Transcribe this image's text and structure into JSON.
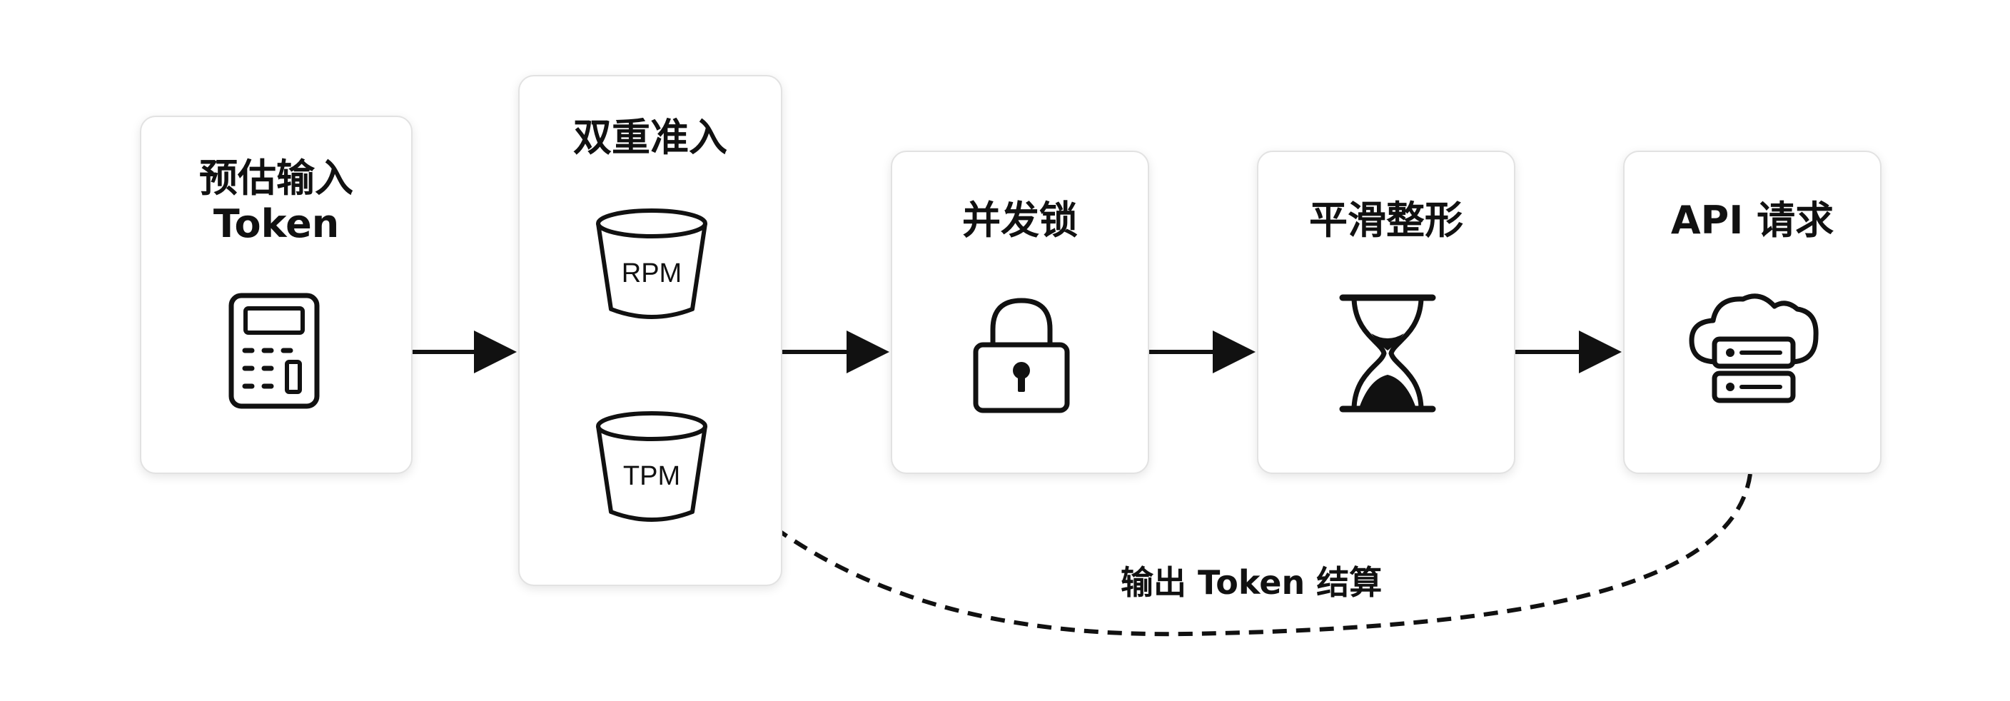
{
  "nodes": {
    "estimate": {
      "title": "预估输入\nToken",
      "icon": "calculator-icon"
    },
    "admission": {
      "title": "双重准入",
      "icon": "bucket-icon",
      "buckets": [
        "RPM",
        "TPM"
      ]
    },
    "concurrency": {
      "title": "并发锁",
      "icon": "padlock-icon"
    },
    "smoothing": {
      "title": "平滑整形",
      "icon": "hourglass-icon"
    },
    "api": {
      "title": "API 请求",
      "icon": "cloud-server-icon"
    }
  },
  "edges": {
    "feedback_label": "输出 Token 结算"
  }
}
